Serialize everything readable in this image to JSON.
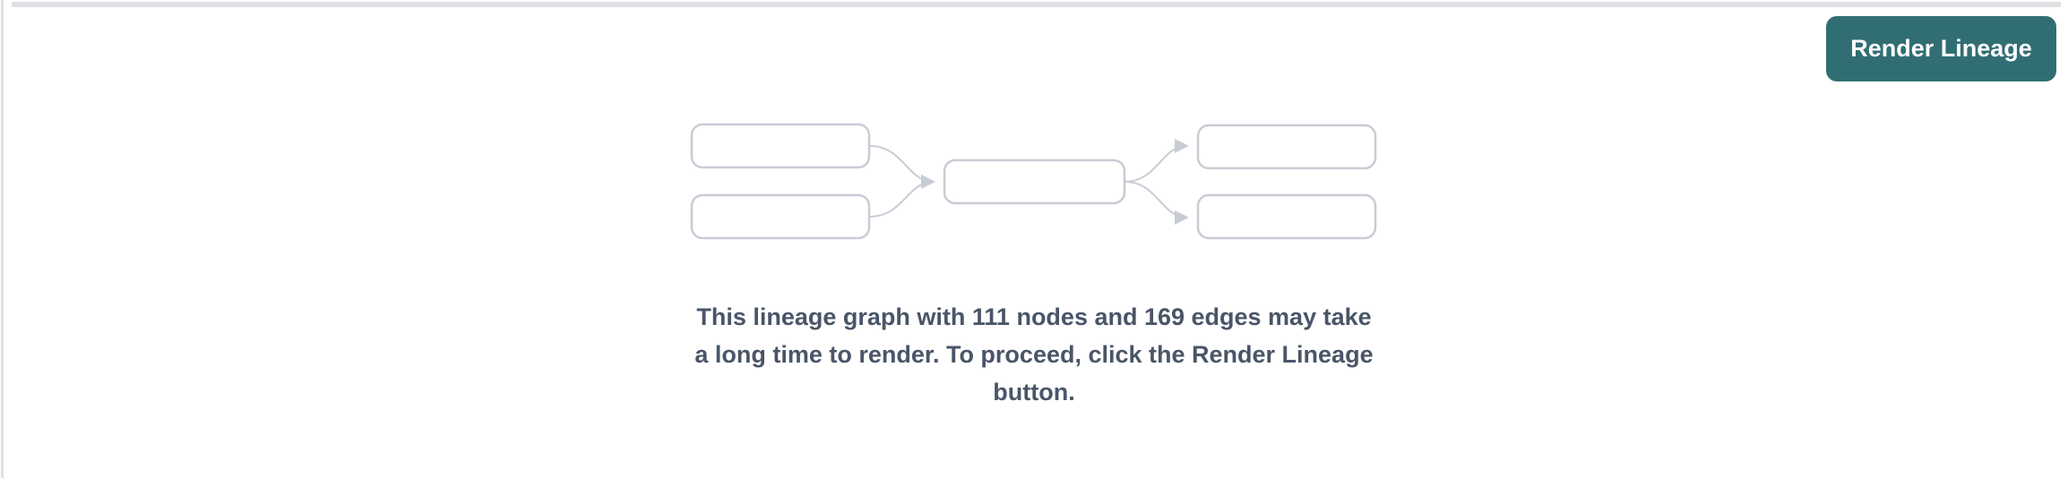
{
  "toolbar": {
    "render_button_label": "Render Lineage"
  },
  "empty_state": {
    "graphic": "lineage-graph-placeholder",
    "message": "This lineage graph with 111 nodes and 169 edges may take a long time to render. To proceed, click the Render Lineage button.",
    "message_lines": [
      "This lineage graph with 111 nodes and 169 edges may take",
      "a long time to render. To proceed, click the Render Lineage",
      "button."
    ],
    "stats": {
      "nodes": 111,
      "edges": 169
    }
  },
  "colors": {
    "accent": "#316e73",
    "button_text": "#ffffff",
    "message_text": "#4a5568",
    "placeholder_stroke": "#c8ccd5",
    "panel_border": "#e0e0e4",
    "background": "#ffffff"
  }
}
